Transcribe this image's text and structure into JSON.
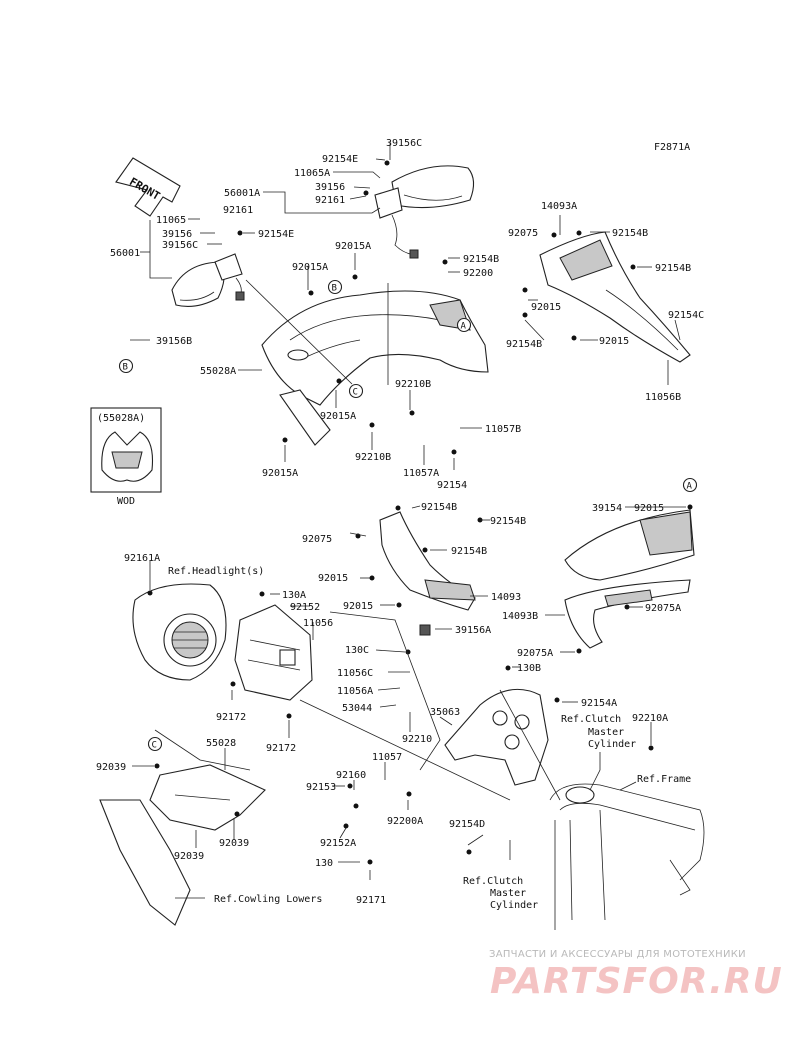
{
  "diagram": {
    "code": "F2871A",
    "front_label": "FRONT",
    "wod_label": "WOD",
    "wod_ref": "(55028A)",
    "circle_refs": {
      "a": "A",
      "b": "B",
      "c": "C"
    },
    "part_labels": {
      "p39156C_top": "39156C",
      "p92154E_top": "92154E",
      "p11065A": "11065A",
      "p39156_top": "39156",
      "p92161_top": "92161",
      "p56001A": "56001A",
      "p11065": "11065",
      "p92161_left": "92161",
      "p39156_left": "39156",
      "p39156C_left": "39156C",
      "p92154E_left": "92154E",
      "p56001": "56001",
      "p92015A_1": "92015A",
      "p92015A_2": "92015A",
      "p92154B_1": "92154B",
      "p92200": "92200",
      "p39156B": "39156B",
      "p55028A": "55028A",
      "p92210B_1": "92210B",
      "p92015A_3": "92015A",
      "p11057B": "11057B",
      "p92210B_2": "92210B",
      "p11057A": "11057A",
      "p92154_1": "92154",
      "p92015A_4": "92015A",
      "p14093A": "14093A",
      "p92075_1": "92075",
      "p92154B_2": "92154B",
      "p92154B_3": "92154B",
      "p92015_1": "92015",
      "p92154C": "92154C",
      "p92154B_4": "92154B",
      "p92015_2": "92015",
      "p11056B": "11056B",
      "p92154B_5": "92154B",
      "p92154B_6": "92154B",
      "p92075_2": "92075",
      "p92154B_7": "92154B",
      "p92015_3": "92015",
      "p92015_4": "92015",
      "p14093": "14093",
      "p39156A": "39156A",
      "p39154": "39154",
      "p92015_5": "92015",
      "p14093B": "14093B",
      "p92075A_1": "92075A",
      "p92075A_2": "92075A",
      "p92161A": "92161A",
      "p130A": "130A",
      "p92152": "92152",
      "p11056": "11056",
      "p92172_1": "92172",
      "p92172_2": "92172",
      "p130C": "130C",
      "p130B": "130B",
      "p11056C": "11056C",
      "p11056A": "11056A",
      "p53044": "53044",
      "p35063": "35063",
      "p92210": "92210",
      "p92154A": "92154A",
      "p92210A": "92210A",
      "p55028": "55028",
      "p92039_1": "92039",
      "p92039_2": "92039",
      "p92039_3": "92039",
      "p11057": "11057",
      "p92160": "92160",
      "p92153": "92153",
      "p92200A": "92200A",
      "p92152A": "92152A",
      "p130": "130",
      "p92171": "92171",
      "p92154D": "92154D"
    },
    "ref_labels": {
      "headlight": "Ref.Headlight(s)",
      "clutch_top_1": "Ref.Clutch",
      "clutch_top_2": "Master",
      "clutch_top_3": "Cylinder",
      "frame": "Ref.Frame",
      "clutch_bot_1": "Ref.Clutch",
      "clutch_bot_2": "Master",
      "clutch_bot_3": "Cylinder",
      "cowling_lowers": "Ref.Cowling Lowers"
    }
  },
  "watermark": {
    "tagline": "ЗАПЧАСТИ И АКСЕССУАРЫ ДЛЯ МОТОТЕХНИКИ",
    "site": "PARTSFOR.RU"
  }
}
